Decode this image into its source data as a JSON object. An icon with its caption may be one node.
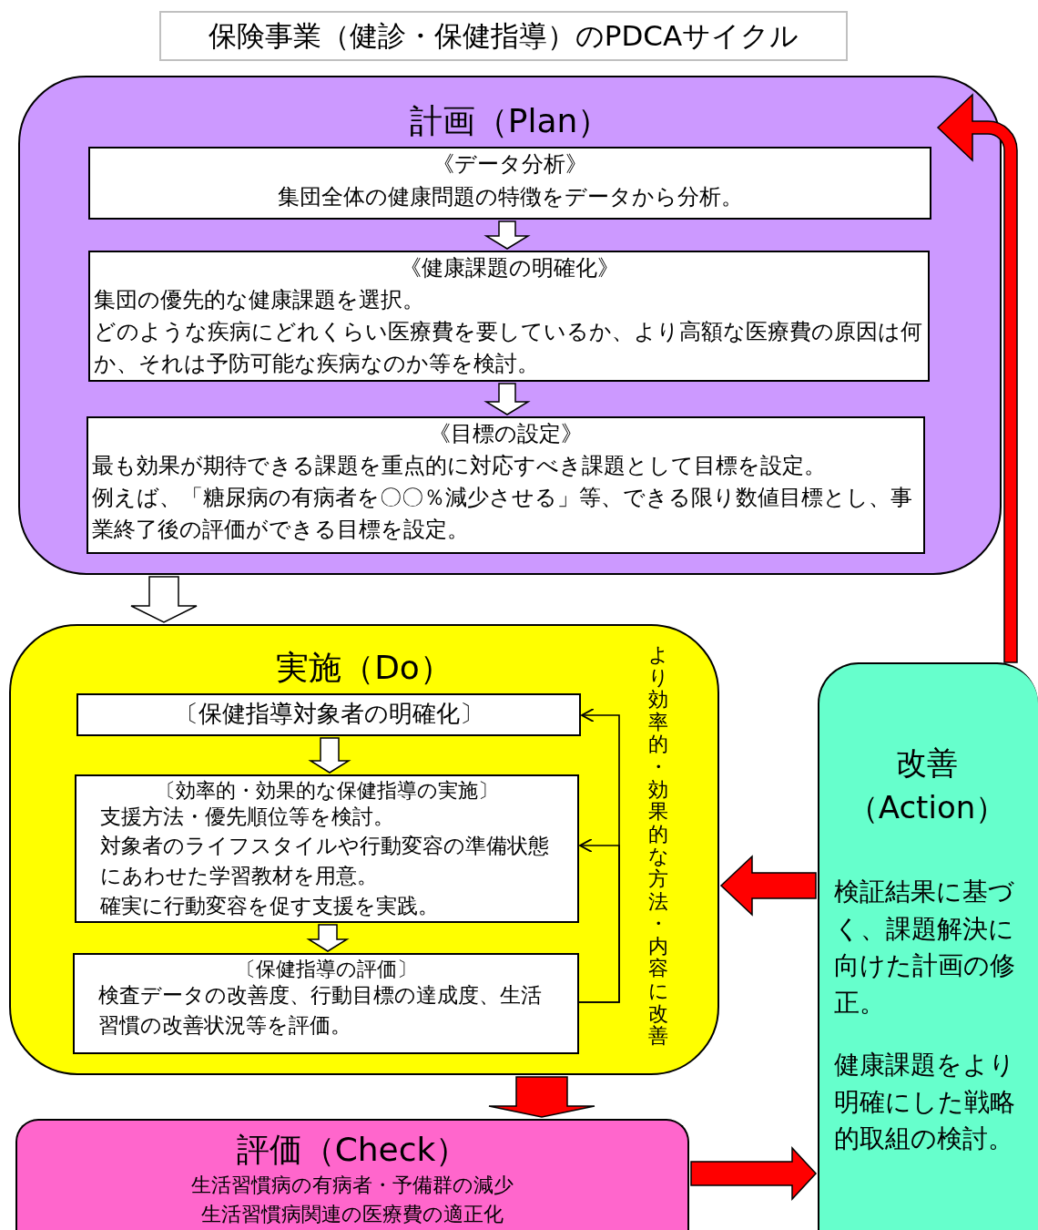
{
  "diagram": {
    "title": "保険事業（健診・保健指導）のPDCAサイクル",
    "nodes": [
      {
        "text": [
          "計画（Plan）"
        ]
      },
      {
        "text": [
          "《データ分析》",
          "集団全体の健康問題の特徴をデータから分析。"
        ],
        "in": 0
      },
      {
        "text": [
          "《健康課題の明確化》",
          "集団の優先的な健康課題を選択。",
          "どのような疾病にどれくらい医療費を要しているか、より高額な医療費の原因は何か、それは予防可能な疾病なのか等を検討。"
        ],
        "in": 0
      },
      {
        "text": [
          "《目標の設定》",
          "最も効果が期待できる課題を重点的に対応すべき課題として目標を設定。",
          "例えば、「糖尿病の有病者を〇〇％減少させる」等、できる限り数値目標とし、事業終了後の評価ができる目標を設定。"
        ],
        "in": 0
      },
      {
        "text": [
          "実施（Do）",
          "より効率的・効果的な方法・内容に改善"
        ]
      },
      {
        "text": [
          "〔保健指導対象者の明確化〕"
        ],
        "in": 4
      },
      {
        "text": [
          "〔効率的・効果的な保健指導の実施〕",
          "支援方法・優先順位等を検討。",
          "対象者のライフスタイルや行動変容の準備状態にあわせた学習教材を用意。",
          "確実に行動変容を促す支援を実践。"
        ],
        "in": 4
      },
      {
        "text": [
          "〔保健指導の評価〕",
          "検査データの改善度、行動目標の達成度、生活習慣の改善状況等を評価。"
        ],
        "in": 4
      },
      {
        "text": [
          "評価（Check）",
          "生活習慣病の有病者・予備群の減少",
          "生活習慣病関連の医療費の適正化"
        ]
      },
      {
        "text": [
          "改善（Action）",
          "検証結果に基づく、課題解決に向けた計画の修正。",
          "健康課題をより明確にした戦略的取組の検討。"
        ]
      }
    ],
    "edges": [
      {
        "from": 1,
        "to": 2,
        "arrow": "to"
      },
      {
        "from": 2,
        "to": 3,
        "arrow": "to"
      },
      {
        "from": 0,
        "to": 4,
        "arrow": "to"
      },
      {
        "from": 5,
        "to": 6,
        "arrow": "to"
      },
      {
        "from": 6,
        "to": 7,
        "arrow": "to"
      },
      {
        "from": 7,
        "to": 5,
        "arrow": "to"
      },
      {
        "from": 7,
        "to": 6,
        "arrow": "to"
      },
      {
        "from": 4,
        "to": 8,
        "arrow": "to",
        "color": "#ff0000"
      },
      {
        "from": 8,
        "to": 9,
        "arrow": "to",
        "color": "#ff0000"
      },
      {
        "from": 9,
        "to": 4,
        "arrow": "to",
        "color": "#ff0000"
      },
      {
        "from": 9,
        "to": 0,
        "arrow": "to",
        "color": "#ff0000"
      }
    ]
  }
}
